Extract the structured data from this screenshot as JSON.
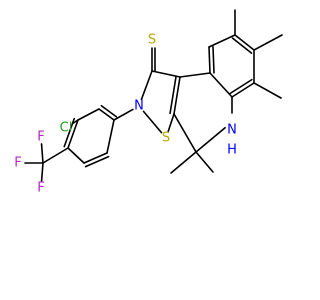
{
  "molecule": {
    "colors": {
      "bond": "#000000",
      "S": "#b8a800",
      "N": "#0000ff",
      "Cl": "#1fa11f",
      "F": "#b02cc2",
      "C": "#000000"
    },
    "atoms": [
      {
        "id": "S_thione",
        "symbol": "S",
        "label": "S"
      },
      {
        "id": "N_ring",
        "symbol": "N",
        "label": "N"
      },
      {
        "id": "S_ring",
        "symbol": "S",
        "label": "S"
      },
      {
        "id": "NH",
        "symbol": "N",
        "label": "N",
        "sublabel": "H"
      },
      {
        "id": "Cl",
        "symbol": "Cl",
        "label": "Cl"
      },
      {
        "id": "F1",
        "symbol": "F",
        "label": "F"
      },
      {
        "id": "F2",
        "symbol": "F",
        "label": "F"
      },
      {
        "id": "F3",
        "symbol": "F",
        "label": "F"
      }
    ]
  }
}
